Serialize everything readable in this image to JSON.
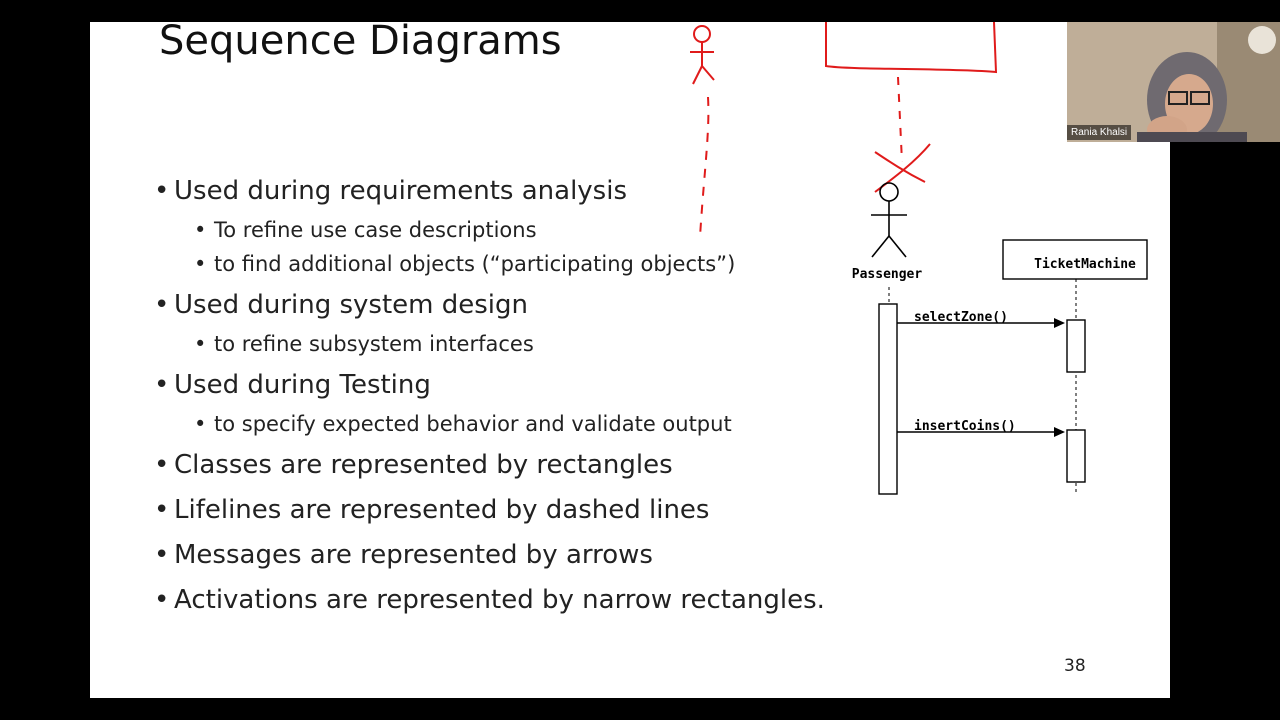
{
  "slide": {
    "title": "Sequence Diagrams",
    "page_number": "38",
    "bullets": [
      {
        "level": 1,
        "text": "Used during requirements analysis"
      },
      {
        "level": 2,
        "text": "To refine use case descriptions"
      },
      {
        "level": 2,
        "text": "to find additional objects (“participating objects”)"
      },
      {
        "level": 1,
        "text": "Used during system design"
      },
      {
        "level": 2,
        "text": "to refine subsystem interfaces"
      },
      {
        "level": 1,
        "text": "Used during Testing"
      },
      {
        "level": 2,
        "text": "to specify expected behavior and validate output"
      },
      {
        "level": 1,
        "text": "Classes are represented by rectangles"
      },
      {
        "level": 1,
        "text": "Lifelines are represented by dashed lines"
      },
      {
        "level": 1,
        "text": "Messages are represented by arrows"
      },
      {
        "level": 1,
        "text": "Activations are represented by narrow rectangles."
      }
    ]
  },
  "diagram": {
    "actor_label": "Passenger",
    "object_label": "TicketMachine",
    "messages": [
      "selectZone()",
      "insertCoins()"
    ]
  },
  "webcam": {
    "participant_name": "Rania Khalsi"
  },
  "colors": {
    "annotation_red": "#e01b1b",
    "slide_bg": "#ffffff"
  }
}
